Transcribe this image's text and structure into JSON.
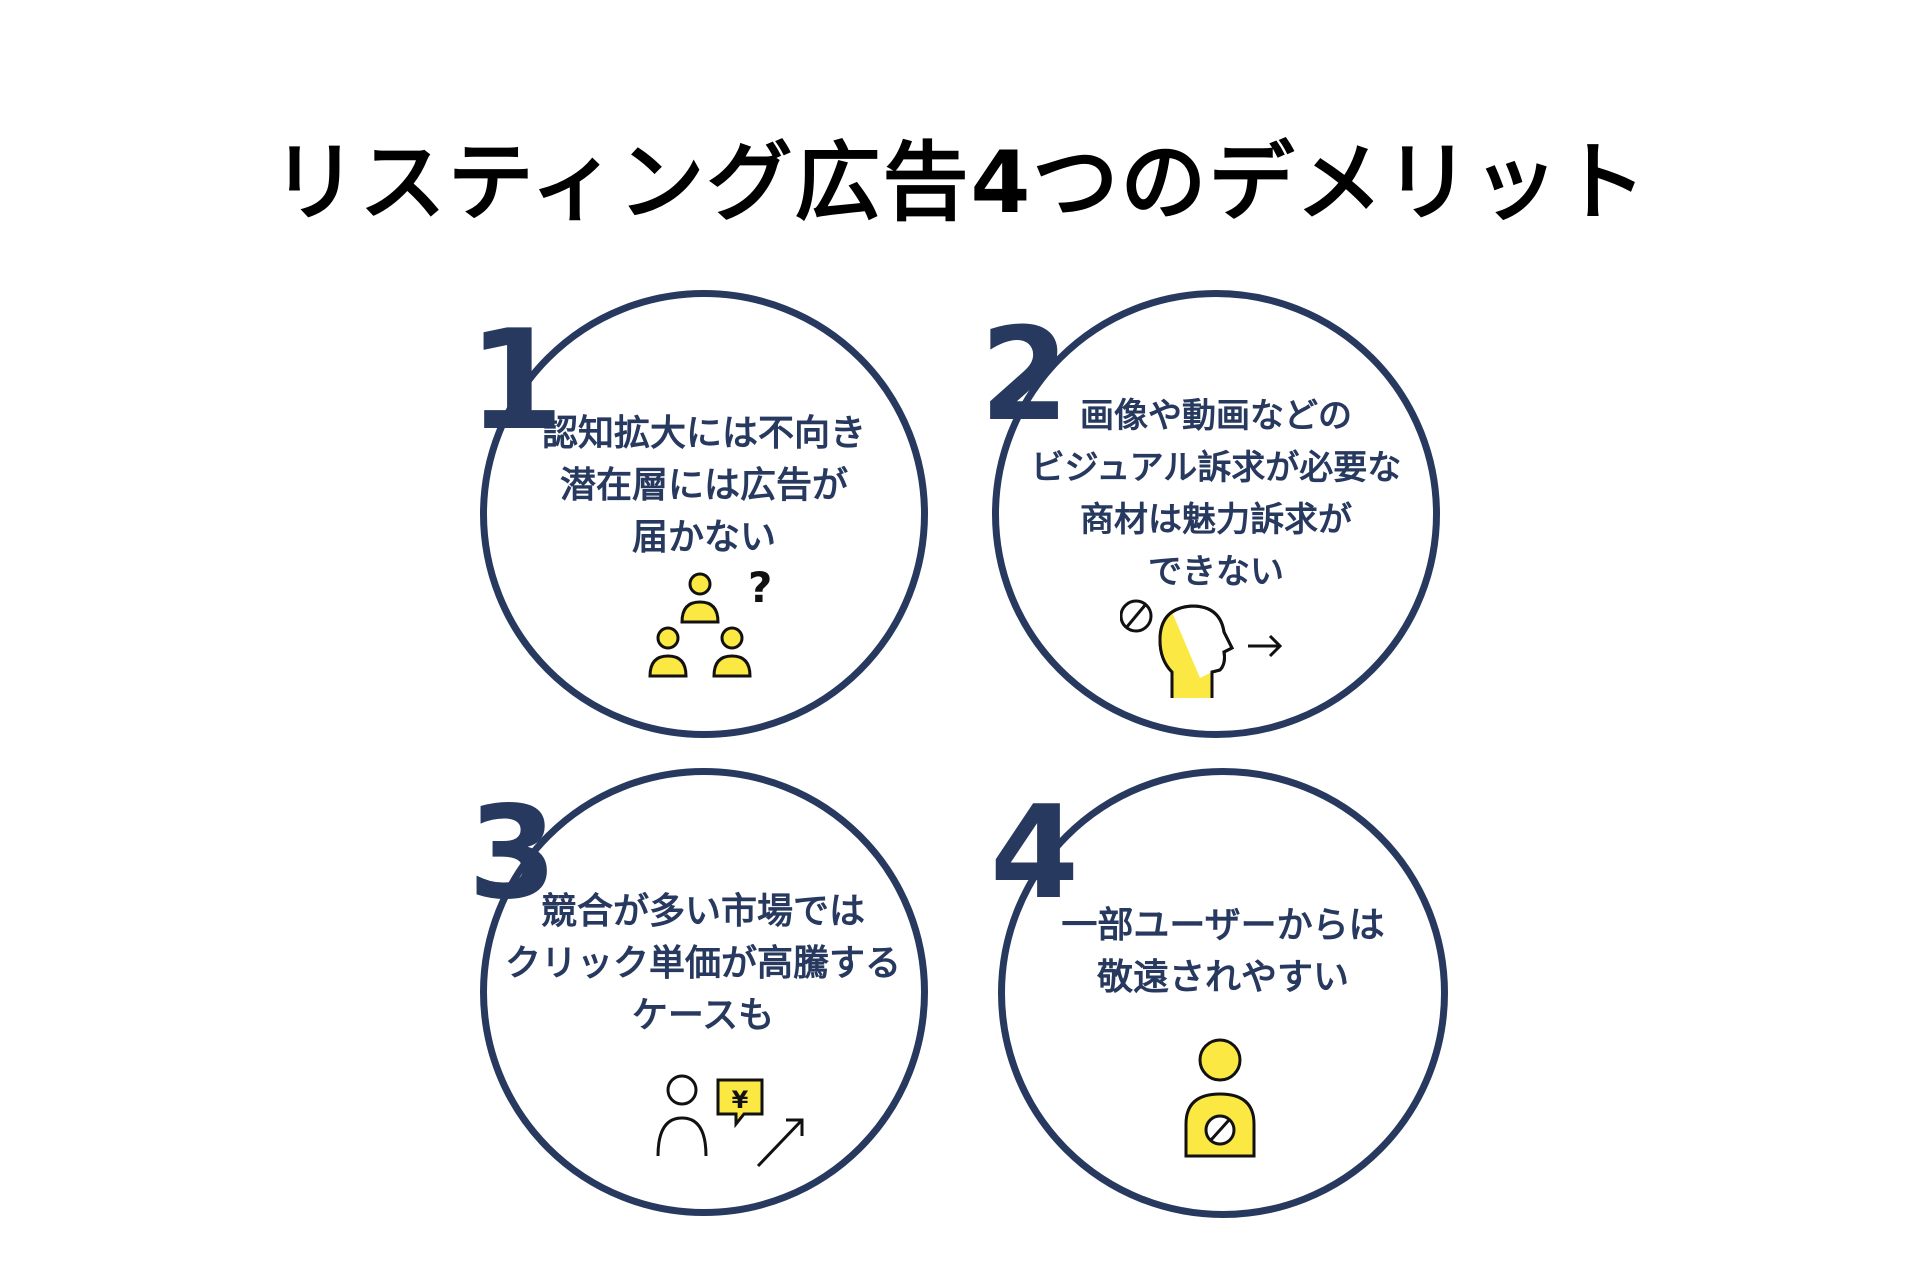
{
  "title": "リスティング広告4つのデメリット",
  "colors": {
    "navy": "#27395f",
    "yellow": "#fbe842",
    "black": "#111111"
  },
  "items": [
    {
      "number": "1",
      "lines": [
        "認知拡大には不向き",
        "潜在層には広告が",
        "届かない"
      ],
      "icon": "group-question-icon",
      "icon_text": "?"
    },
    {
      "number": "2",
      "lines": [
        "画像や動画などの",
        "ビジュアル訴求が必要な",
        "商材は魅力訴求が",
        "できない"
      ],
      "icon": "head-no-visual-icon"
    },
    {
      "number": "3",
      "lines": [
        "競合が多い市場では",
        "クリック単価が高騰する",
        "ケースも"
      ],
      "icon": "person-price-up-icon",
      "icon_text": "¥"
    },
    {
      "number": "4",
      "lines": [
        "一部ユーザーからは",
        "敬遠されやすい"
      ],
      "icon": "person-blocked-icon"
    }
  ]
}
